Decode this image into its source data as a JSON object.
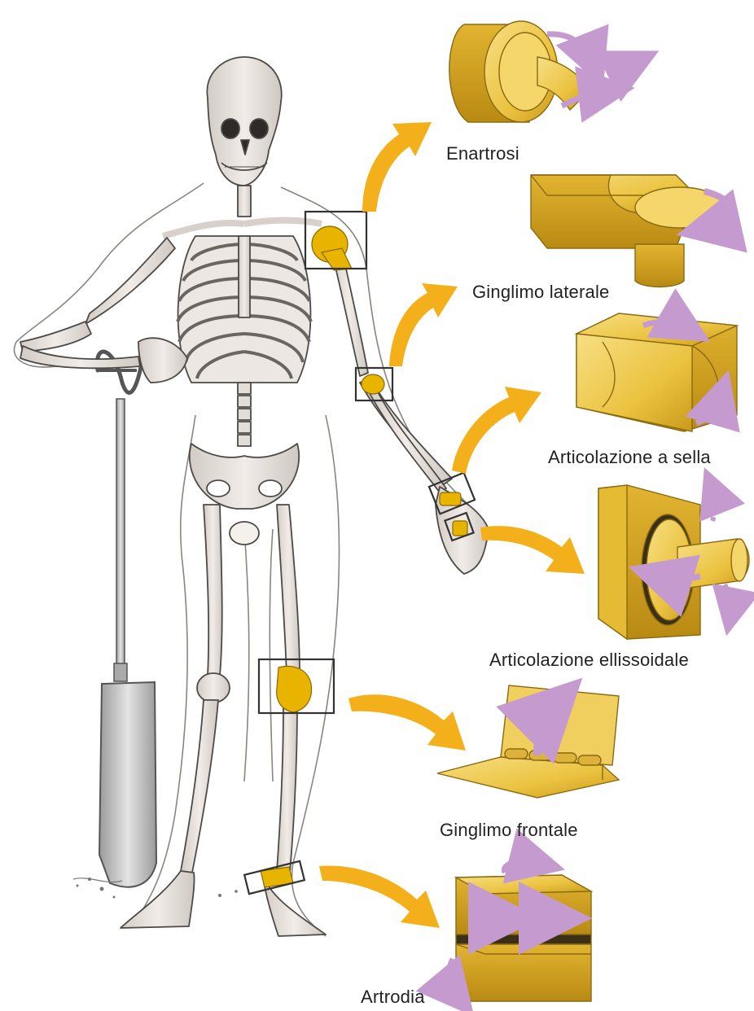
{
  "figure": {
    "labels": {
      "enartrosi": "Enartrosi",
      "ginglimo_laterale": "Ginglimo laterale",
      "articolazione_sella": "Articolazione a sella",
      "articolazione_ellissoidale": "Articolazione ellissoidale",
      "ginglimo_frontale": "Ginglimo frontale",
      "artrodia": "Artrodia"
    },
    "colors": {
      "bone": "#e6e1dc",
      "bone_outline": "#555555",
      "joint_highlight": "#e9b400",
      "model_gold": "#edc94a",
      "model_gold_dark": "#c99a1b",
      "arrow_orange": "#f4b01a",
      "motion_arrow": "#c59bcf",
      "callout_box": "#333333",
      "label_text": "#222222"
    },
    "icons": [
      "skeleton-figure",
      "shovel",
      "ball-socket-model",
      "pivot-model",
      "saddle-model",
      "condyloid-model",
      "hinge-model",
      "plane-model"
    ]
  }
}
